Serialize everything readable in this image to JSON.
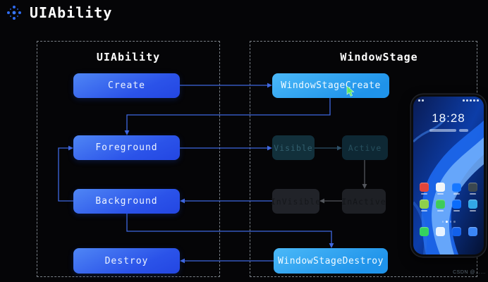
{
  "header": {
    "title": "UIAbility"
  },
  "panels": {
    "uiability": {
      "title": "UIAbility"
    },
    "windowstage": {
      "title": "WindowStage"
    }
  },
  "nodes": {
    "create": {
      "label": "Create",
      "state": "enabled"
    },
    "foreground": {
      "label": "Foreground",
      "state": "enabled"
    },
    "background": {
      "label": "Background",
      "state": "enabled"
    },
    "destroy": {
      "label": "Destroy",
      "state": "enabled"
    },
    "window_stage_create": {
      "label": "WindowStageCreate",
      "state": "enabled"
    },
    "visible": {
      "label": "Visible",
      "state": "dimmed"
    },
    "active": {
      "label": "Active",
      "state": "dimmed"
    },
    "invisible": {
      "label": "InVisible",
      "state": "dimmed"
    },
    "inactive": {
      "label": "InActive",
      "state": "dimmed"
    },
    "window_stage_destroy": {
      "label": "WindowStageDestroy",
      "state": "enabled"
    }
  },
  "flows": [
    "Create -> WindowStageCreate",
    "WindowStageCreate -> Foreground",
    "Foreground -> Visible",
    "Visible -> Active",
    "Active -> InActive",
    "InActive -> InVisible",
    "InVisible -> Background",
    "Background -> Foreground",
    "Background -> WindowStageDestroy",
    "WindowStageDestroy -> Destroy"
  ],
  "colors": {
    "background": "#050507",
    "accent_blue": "#2b53e9",
    "accent_cyan": "#1f93ea",
    "connector_blue": "#3f68e0",
    "connector_dim": "#2e5068",
    "connector_gray": "#53565c",
    "dashed_border": "#7b8188",
    "cursor_green": "#5fe868"
  },
  "phone": {
    "time": "18:28",
    "app_rows": [
      [
        "#e2453a",
        "#f2f5f7",
        "#1677ff",
        "#3a4750"
      ],
      [
        "#8ed04a",
        "#3ecb5b",
        "#0b6cfb",
        "#32a7e6"
      ]
    ],
    "dock": [
      "#34d35e",
      "#e8f3ff",
      "#1260ea",
      "#3b86f6"
    ],
    "page_dots": 4,
    "active_dot": 1
  },
  "watermark": "CSDN @……"
}
